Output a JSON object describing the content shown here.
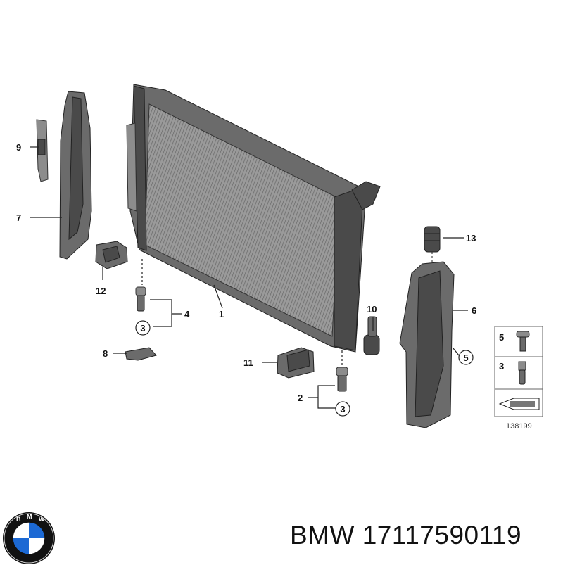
{
  "callouts": {
    "c1": "1",
    "c2": "2",
    "c3a": "3",
    "c3b": "3",
    "c3c": "3",
    "c4": "4",
    "c5a": "5",
    "c5b": "5",
    "c6": "6",
    "c7": "7",
    "c8": "8",
    "c9": "9",
    "c10": "10",
    "c11": "11",
    "c12": "12",
    "c13": "13"
  },
  "legend": {
    "item_a": "5",
    "item_b": "3"
  },
  "reference_number": "138199",
  "caption": {
    "brand": "BMW",
    "part_number": "17117590119"
  },
  "logo": {
    "letters": "BMW",
    "colors": {
      "blue": "#1c69d4",
      "white": "#ffffff",
      "ring": "#111111"
    }
  }
}
